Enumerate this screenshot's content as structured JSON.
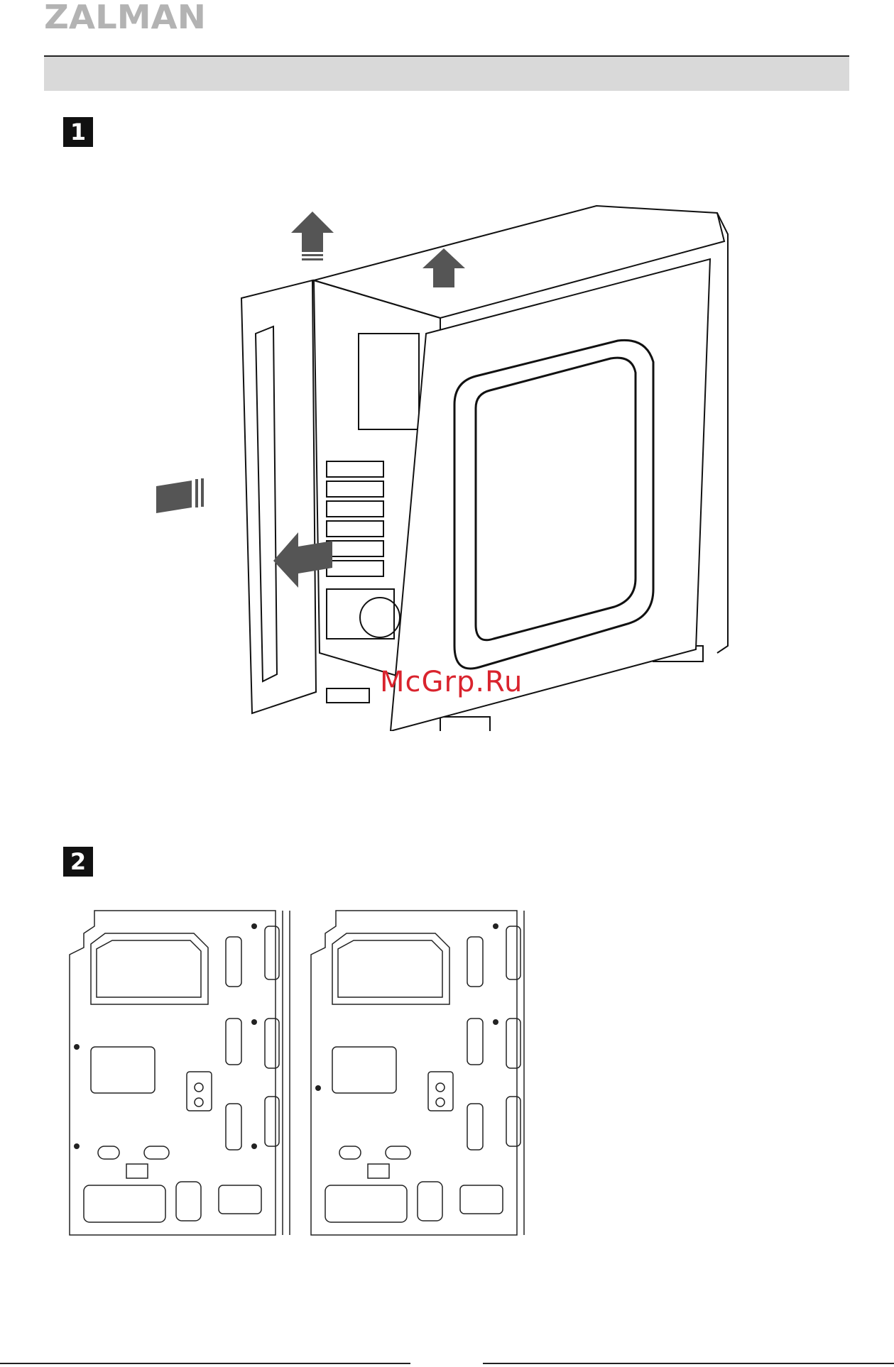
{
  "brand": {
    "logo_text": "ZALMAN",
    "logo_color": "#b3b3b3"
  },
  "steps": [
    {
      "number": "1"
    },
    {
      "number": "2"
    }
  ],
  "watermark": {
    "text": "McGrp.Ru",
    "color": "#d9232d"
  },
  "arrow_color": "#555555"
}
